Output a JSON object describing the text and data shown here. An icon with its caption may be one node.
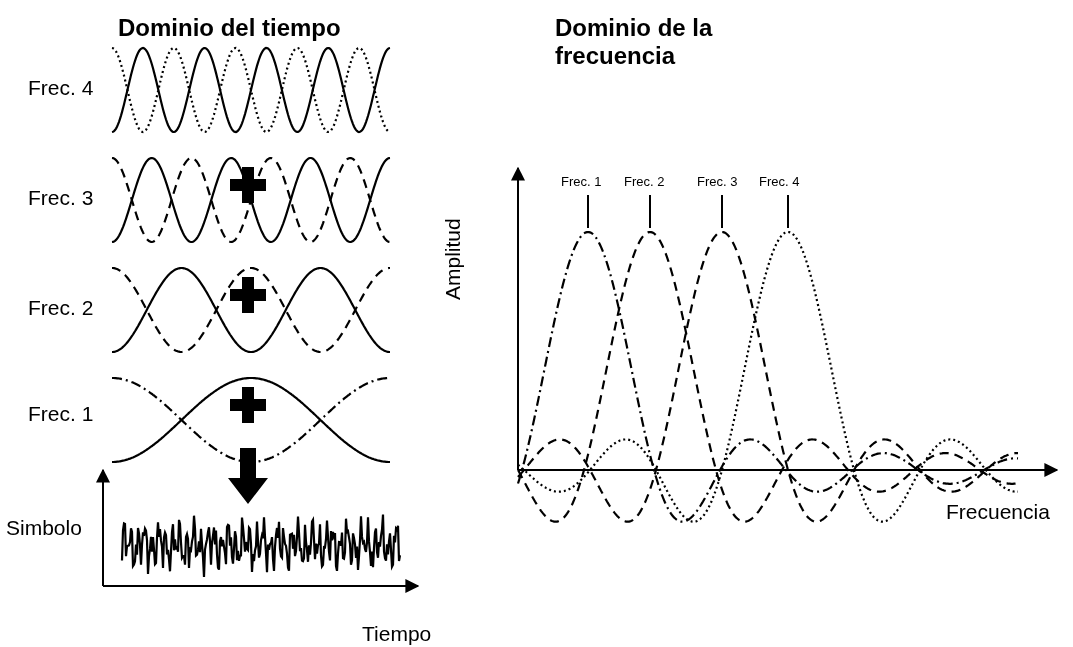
{
  "diagram": {
    "labels": [
      "Dominio del tiempo",
      "Dominio de la frecuencia",
      "Frec. 4",
      "Frec. 3",
      "Frec. 2",
      "Frec. 1",
      "Simbolo",
      "Tiempo",
      "Frec. 1",
      "Frec. 2",
      "Frec. 3",
      "Frec. 4",
      "Amplitud",
      "Frecuencia"
    ]
  }
}
